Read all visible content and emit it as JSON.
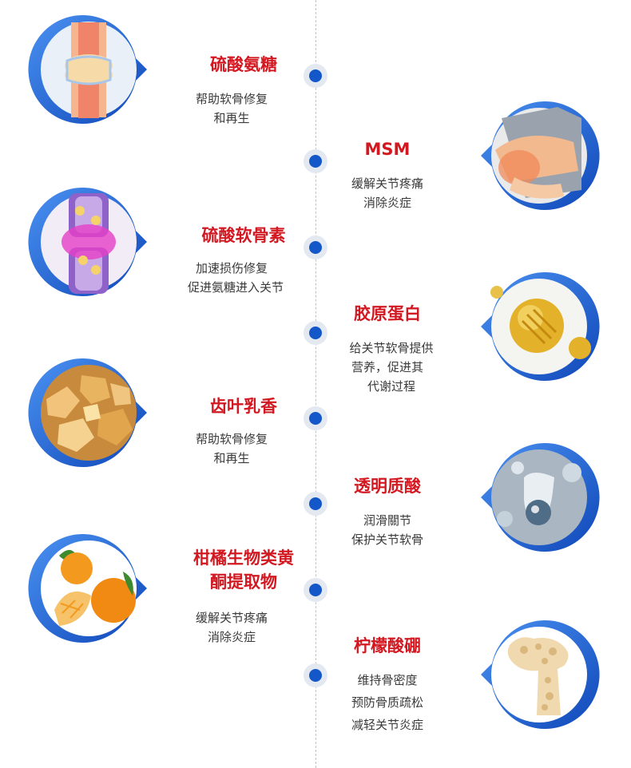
{
  "colors": {
    "accent_red": "#d21821",
    "ring_blue": "#1457c9",
    "ring_light": "#3f86ee",
    "dot_blue": "#1457c9",
    "text_gray": "#3a3a3a"
  },
  "items": [
    {
      "title": "硫酸氨糖",
      "desc": [
        "帮助软骨修复",
        "和再生"
      ],
      "icon": "knee-joint-icon"
    },
    {
      "title": "MSM",
      "desc": [
        "缓解关节疼痛",
        "消除炎症"
      ],
      "icon": "elbow-pain-icon"
    },
    {
      "title": "硫酸软骨素",
      "desc": [
        "加速损伤修复",
        "促进氨糖进入关节"
      ],
      "icon": "joint-cartilage-icon"
    },
    {
      "title": "胶原蛋白",
      "desc": [
        "给关节软骨提供",
        "营养，促进其",
        "代谢过程"
      ],
      "icon": "collagen-capsule-icon"
    },
    {
      "title": "齿叶乳香",
      "desc": [
        "帮助软骨修复",
        "和再生"
      ],
      "icon": "frankincense-resin-icon"
    },
    {
      "title": "透明质酸",
      "desc": [
        "润滑關节",
        "保护关节软骨"
      ],
      "icon": "water-droplet-icon"
    },
    {
      "title": "柑橘生物类黄",
      "title2": "酮提取物",
      "desc": [
        "缓解关节疼痛",
        "消除炎症"
      ],
      "icon": "citrus-fruit-icon"
    },
    {
      "title": "柠檬酸硼",
      "desc": [
        "维持骨密度",
        "预防骨质疏松",
        "减轻关节炎症"
      ],
      "icon": "bone-density-icon"
    }
  ]
}
